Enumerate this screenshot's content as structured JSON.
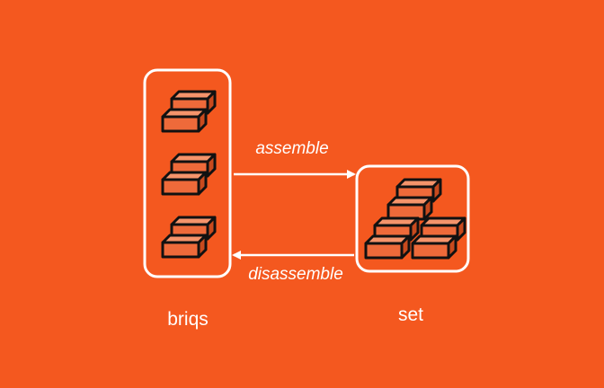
{
  "diagram": {
    "left_container": {
      "label": "briqs"
    },
    "right_container": {
      "label": "set"
    },
    "arrow_forward": {
      "label": "assemble"
    },
    "arrow_backward": {
      "label": "disassemble"
    }
  },
  "colors": {
    "background": "#f4581f",
    "outline": "#ffffff",
    "brick_front": "#ee6a3a",
    "brick_top": "#f5946b",
    "brick_side": "#c84a1e",
    "brick_stroke": "#111111"
  },
  "icons": {
    "brick": "brick-icon"
  }
}
